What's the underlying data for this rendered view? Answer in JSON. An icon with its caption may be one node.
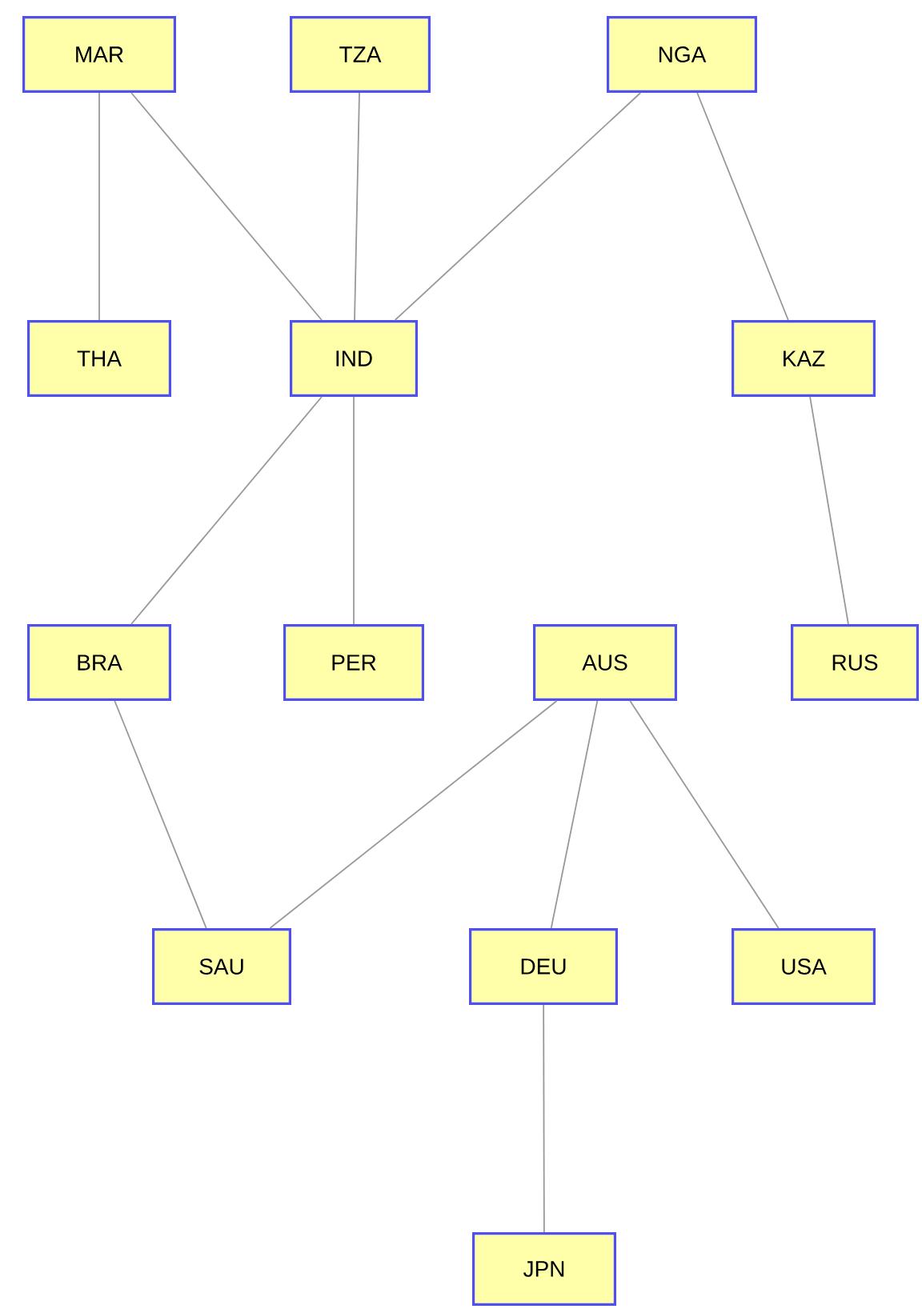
{
  "diagram": {
    "nodes": [
      {
        "text": [
          "MAR"
        ]
      },
      {
        "text": [
          "TZA"
        ]
      },
      {
        "text": [
          "NGA"
        ]
      },
      {
        "text": [
          "THA"
        ]
      },
      {
        "text": [
          "IND"
        ]
      },
      {
        "text": [
          "KAZ"
        ]
      },
      {
        "text": [
          "BRA"
        ]
      },
      {
        "text": [
          "PER"
        ]
      },
      {
        "text": [
          "AUS"
        ]
      },
      {
        "text": [
          "RUS"
        ]
      },
      {
        "text": [
          "SAU"
        ]
      },
      {
        "text": [
          "DEU"
        ]
      },
      {
        "text": [
          "USA"
        ]
      },
      {
        "text": [
          "JPN"
        ]
      }
    ],
    "edges": [
      {
        "from": 0,
        "to": 3,
        "arrow": "none"
      },
      {
        "from": 0,
        "to": 4,
        "arrow": "none"
      },
      {
        "from": 1,
        "to": 4,
        "arrow": "none"
      },
      {
        "from": 2,
        "to": 4,
        "arrow": "none"
      },
      {
        "from": 2,
        "to": 5,
        "arrow": "none"
      },
      {
        "from": 4,
        "to": 6,
        "arrow": "none"
      },
      {
        "from": 4,
        "to": 7,
        "arrow": "none"
      },
      {
        "from": 5,
        "to": 9,
        "arrow": "none"
      },
      {
        "from": 6,
        "to": 10,
        "arrow": "none"
      },
      {
        "from": 8,
        "to": 10,
        "arrow": "none"
      },
      {
        "from": 8,
        "to": 11,
        "arrow": "none"
      },
      {
        "from": 8,
        "to": 12,
        "arrow": "none"
      },
      {
        "from": 11,
        "to": 13,
        "arrow": "none"
      }
    ]
  }
}
